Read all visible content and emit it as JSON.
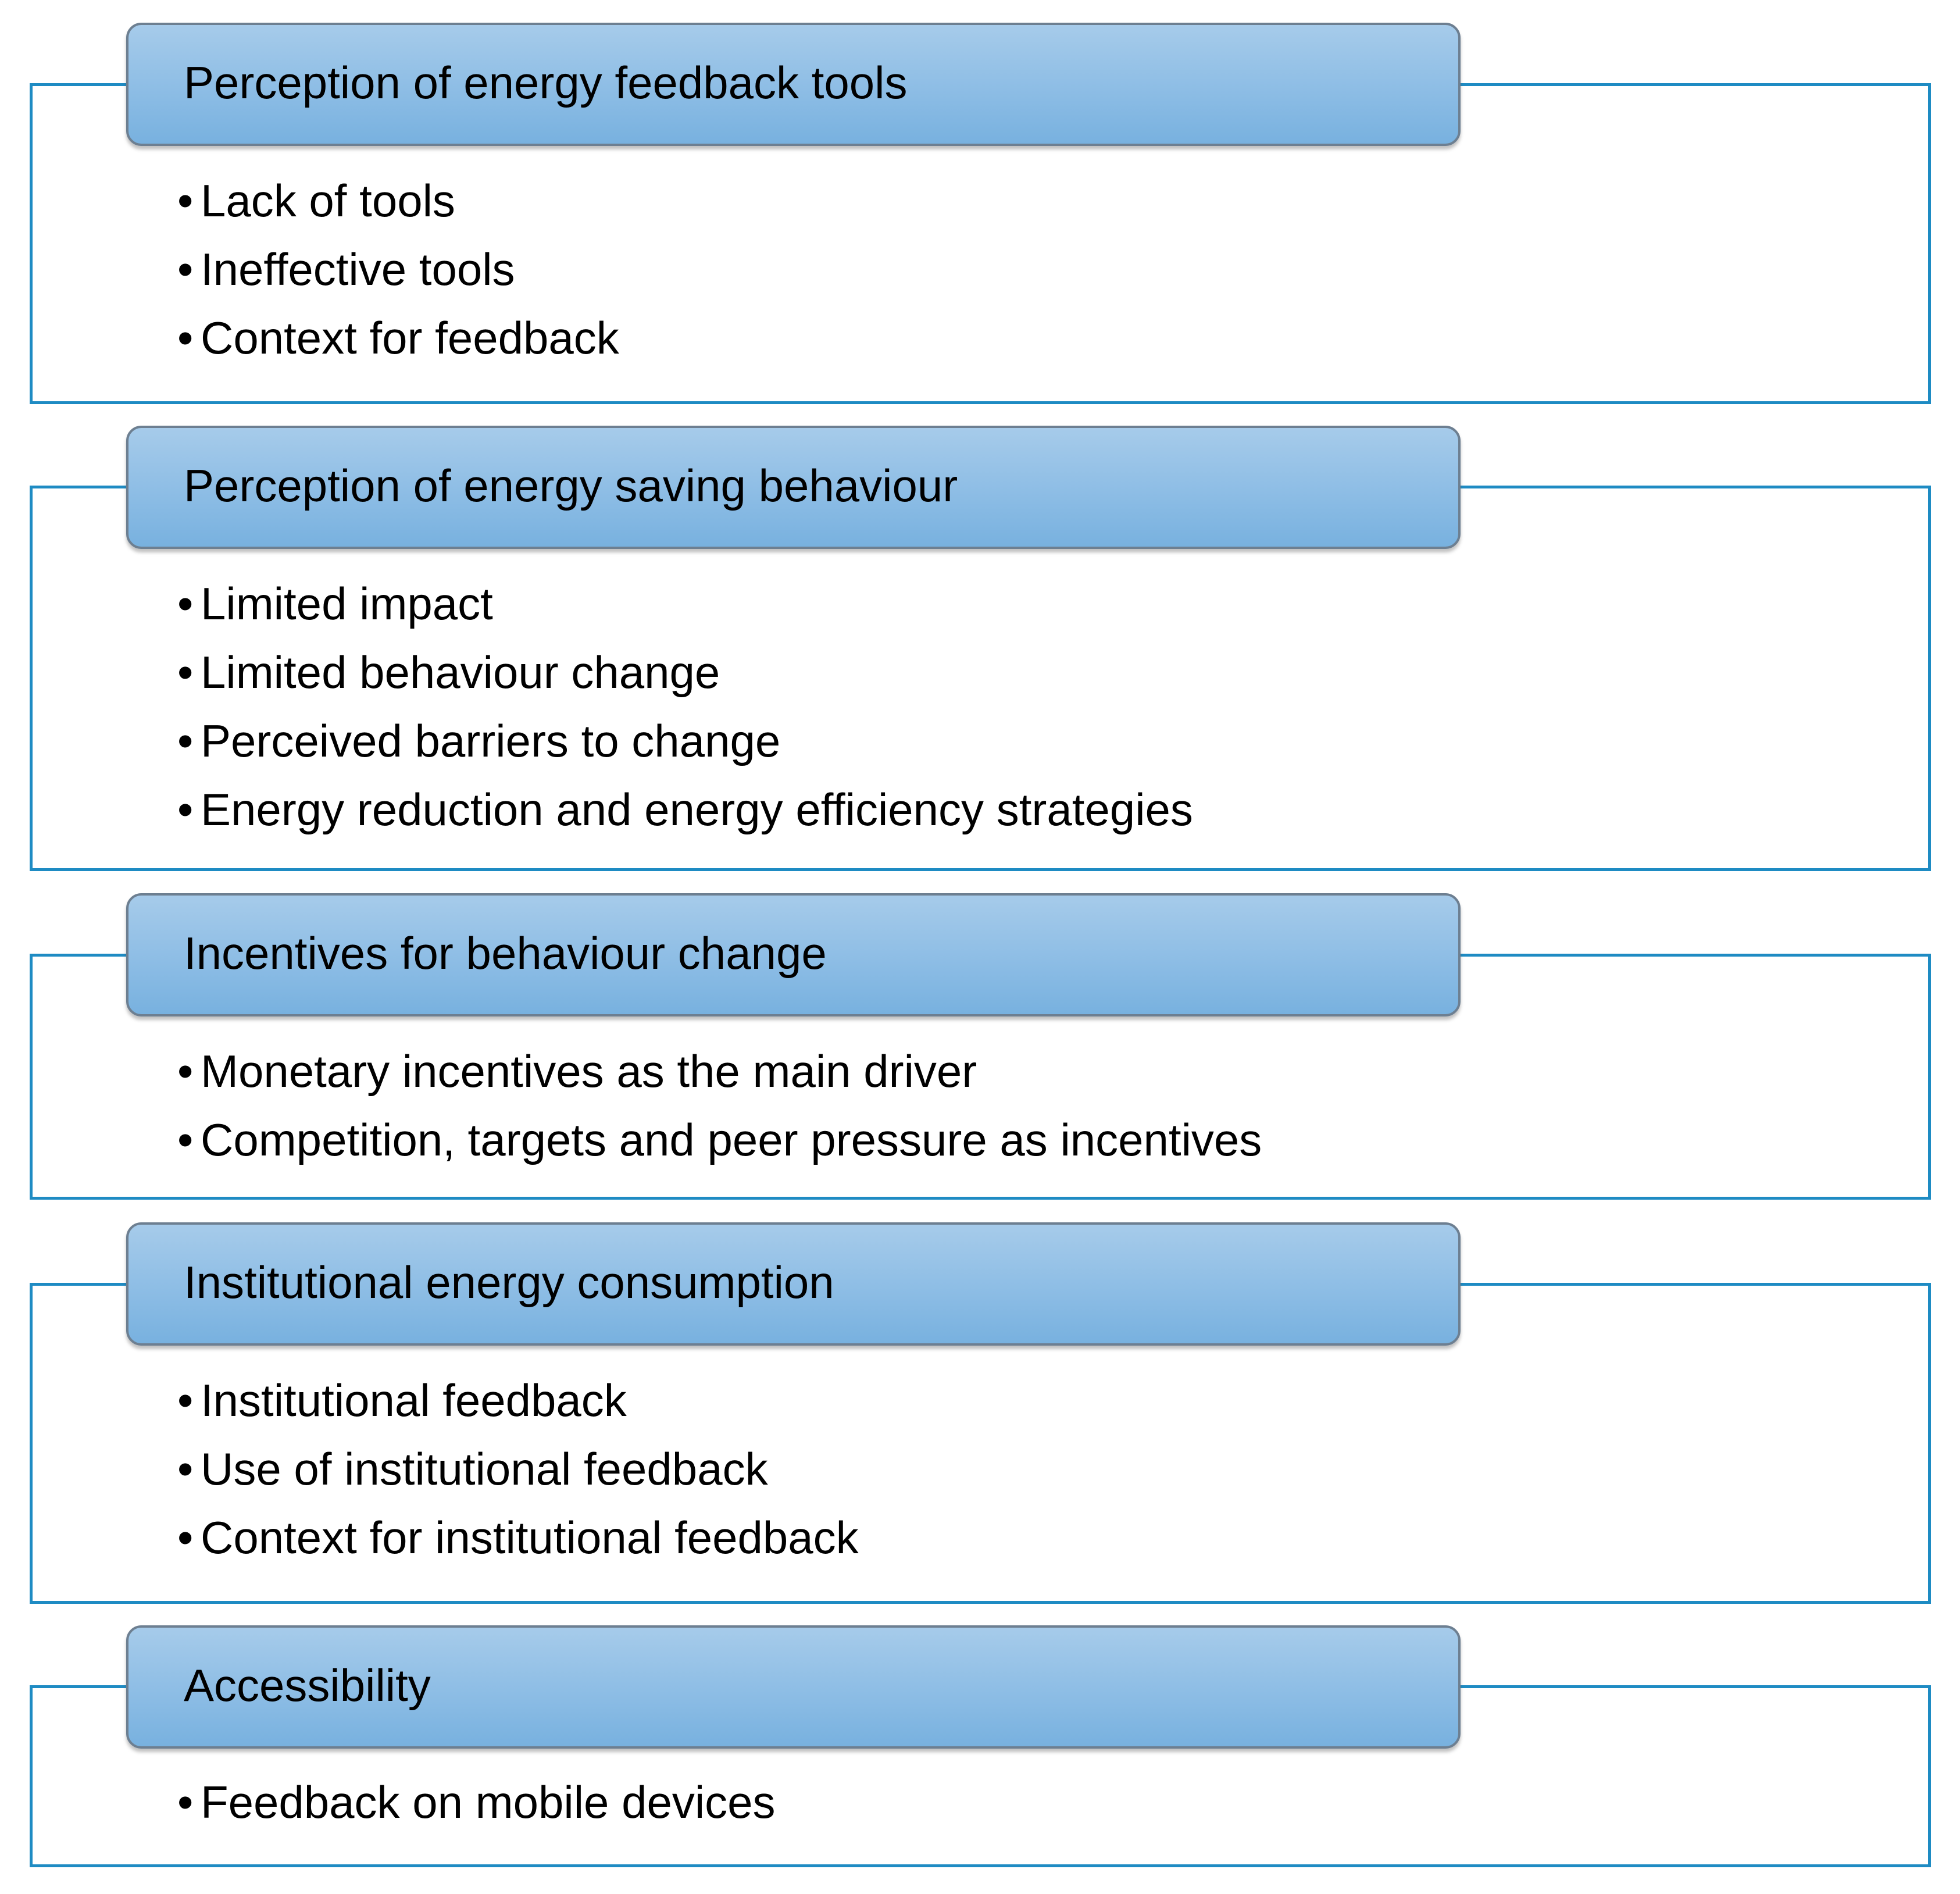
{
  "colors": {
    "frame_border": "#1e8bc3",
    "header_fill_top": "#a6cbea",
    "header_fill_bottom": "#78b1df",
    "header_border": "#6d7f91",
    "text": "#000000"
  },
  "bullet_glyph": "•",
  "sections": [
    {
      "title": "Perception of energy feedback tools",
      "items": [
        "Lack of tools",
        "Ineffective tools",
        "Context for feedback"
      ]
    },
    {
      "title": "Perception of energy saving behaviour",
      "items": [
        "Limited impact",
        "Limited behaviour change",
        "Perceived barriers to change",
        "Energy reduction and energy efficiency strategies"
      ]
    },
    {
      "title": "Incentives for behaviour change",
      "items": [
        "Monetary incentives as the main driver",
        "Competition, targets and peer pressure as incentives"
      ]
    },
    {
      "title": "Institutional energy consumption",
      "items": [
        "Institutional feedback",
        "Use of institutional feedback",
        "Context for institutional feedback"
      ]
    },
    {
      "title": "Accessibility",
      "items": [
        "Feedback on mobile devices"
      ]
    }
  ]
}
